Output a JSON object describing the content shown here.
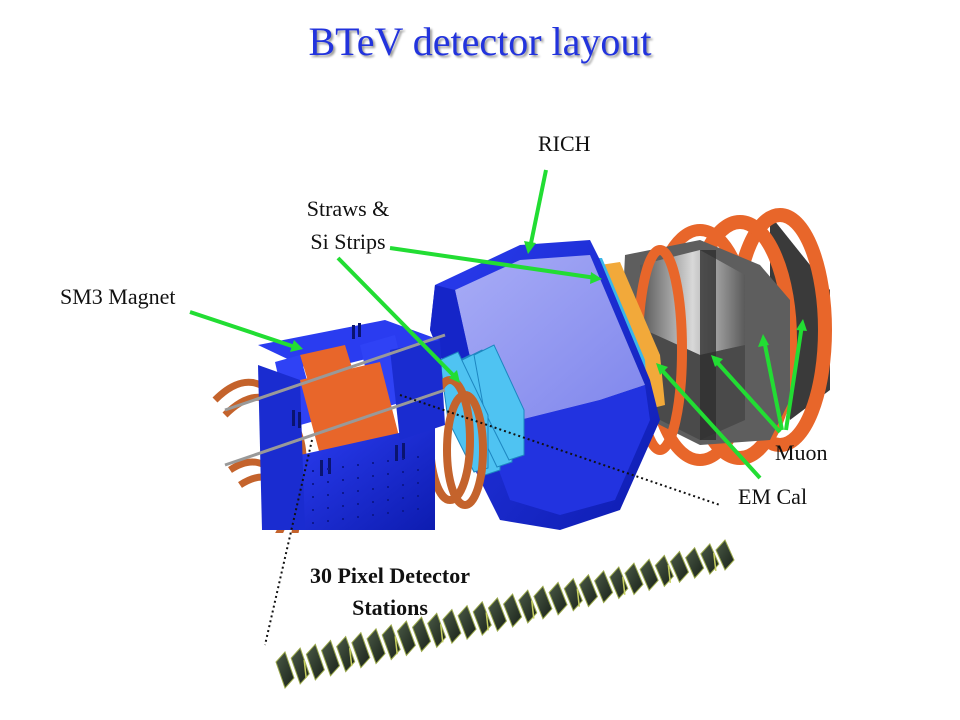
{
  "title": "BTeV detector layout",
  "labels": {
    "rich": "RICH",
    "straws_line1": "Straws &",
    "straws_line2": "Si Strips",
    "sm3_magnet": "SM3 Magnet",
    "muon": "Muon",
    "em_cal": "EM Cal",
    "pixel_line1": "30 Pixel Detector",
    "pixel_line2": "Stations"
  },
  "colors": {
    "title": "#2233dd",
    "arrow": "#22dd33",
    "magnet_blue": "#1a2fd6",
    "magnet_orange": "#e8662a",
    "rich_face": "#8f95f0",
    "muon_gray": "#7a7a7a",
    "emcal_orange": "#f2a93a",
    "pixel_dark": "#2a3a2a"
  },
  "pixel_stations": {
    "count": 30
  }
}
